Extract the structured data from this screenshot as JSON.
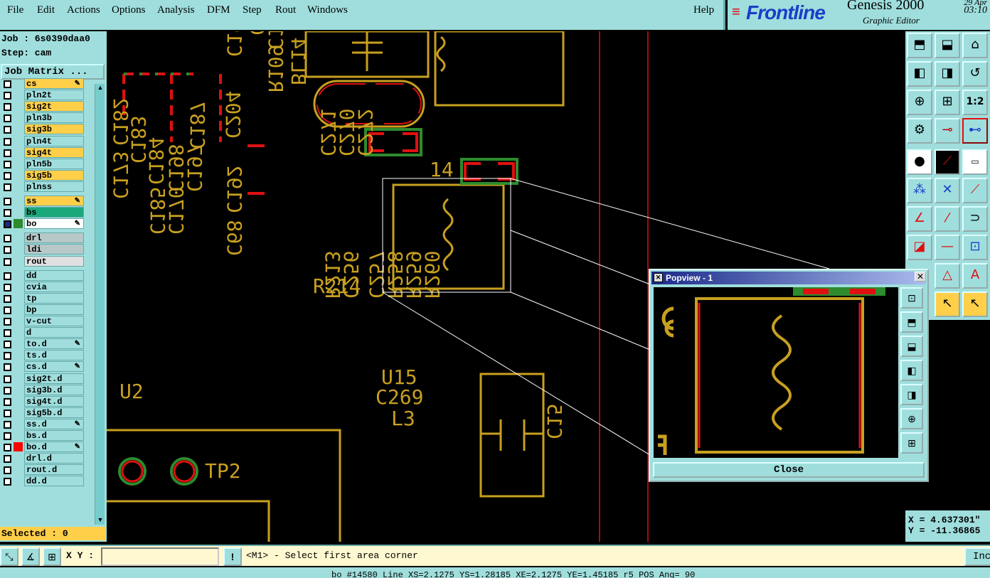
{
  "menu": [
    "File",
    "Edit",
    "Actions",
    "Options",
    "Analysis",
    "DFM",
    "Step",
    "Rout",
    "Windows"
  ],
  "help": "Help",
  "brand": {
    "logo": "Frontline",
    "title": "Genesis 2000",
    "subtitle": "Graphic Editor",
    "date": "29 Apr",
    "time": "03:10"
  },
  "job": {
    "job_label": "Job : 6s0390daa0",
    "step_label": "Step: cam",
    "matrix_button": "Job Matrix ..."
  },
  "layers": [
    {
      "name": "cs",
      "color": "#ffcf4a",
      "edit": true
    },
    {
      "name": "pln2t",
      "color": "#9fdedd"
    },
    {
      "name": "sig2t",
      "color": "#ffcf4a"
    },
    {
      "name": "pln3b",
      "color": "#9fdedd"
    },
    {
      "name": "sig3b",
      "color": "#ffcf4a"
    },
    {
      "name": "pln4t",
      "color": "#9fdedd"
    },
    {
      "name": "sig4t",
      "color": "#ffcf4a"
    },
    {
      "name": "pln5b",
      "color": "#9fdedd"
    },
    {
      "name": "sig5b",
      "color": "#ffcf4a"
    },
    {
      "name": "plnss",
      "color": "#9fdedd"
    },
    {
      "name": "ss",
      "color": "#ffcf4a",
      "edit": true
    },
    {
      "name": "bs",
      "color": "#1aa77a"
    },
    {
      "name": "bo",
      "color": "#ffffff",
      "edit": true,
      "active": true
    },
    {
      "name": "drl",
      "color": "#b8c8c8"
    },
    {
      "name": "ldi",
      "color": "#b8c8c8"
    },
    {
      "name": "rout",
      "color": "#e0e0e0"
    },
    {
      "name": "dd",
      "color": "#9fdedd"
    },
    {
      "name": "cvia",
      "color": "#9fdedd"
    },
    {
      "name": "tp",
      "color": "#9fdedd"
    },
    {
      "name": "bp",
      "color": "#9fdedd"
    },
    {
      "name": "v-cut",
      "color": "#9fdedd"
    },
    {
      "name": "d",
      "color": "#9fdedd"
    },
    {
      "name": "to.d",
      "color": "#9fdedd",
      "edit": true
    },
    {
      "name": "ts.d",
      "color": "#9fdedd"
    },
    {
      "name": "cs.d",
      "color": "#9fdedd",
      "edit": true
    },
    {
      "name": "sig2t.d",
      "color": "#9fdedd"
    },
    {
      "name": "sig3b.d",
      "color": "#9fdedd"
    },
    {
      "name": "sig4t.d",
      "color": "#9fdedd"
    },
    {
      "name": "sig5b.d",
      "color": "#9fdedd"
    },
    {
      "name": "ss.d",
      "color": "#9fdedd",
      "edit": true
    },
    {
      "name": "bs.d",
      "color": "#9fdedd"
    },
    {
      "name": "bo.d",
      "color": "#9fdedd",
      "edit": true,
      "swatch": "#ff0000"
    },
    {
      "name": "drl.d",
      "color": "#9fdedd"
    },
    {
      "name": "rout.d",
      "color": "#9fdedd"
    },
    {
      "name": "dd.d",
      "color": "#9fdedd"
    }
  ],
  "selected": "Selected : 0",
  "popview": {
    "title": "Popview - 1",
    "close_label": "Close"
  },
  "coords": {
    "x": "X = 4.637301\"",
    "y": "Y = -11.36865"
  },
  "status": {
    "xy_label": "X Y :",
    "prompt": "<M1> - Select first area corner",
    "inc_label": "Inc"
  },
  "info_line": "bo #14580 Line XS=2.1275 YS=1.28185 XE=2.1275 YE=1.45185 r5 POS Ang= 90",
  "silkscreen_labels": [
    "C196",
    "C195",
    "C199",
    "BL14",
    "R109",
    "C204",
    "C187",
    "C182",
    "C183",
    "C184",
    "C185",
    "C170",
    "C197",
    "C192",
    "C198",
    "C188",
    "C173",
    "C68",
    "C271",
    "C270",
    "C272",
    "14",
    "R214",
    "R213",
    "C256",
    "C257",
    "R258",
    "R259",
    "R260",
    "U15",
    "C269",
    "L3",
    "U2",
    "TP2",
    "C15"
  ],
  "colors": {
    "silk": "#c8a020",
    "red": "#e01010",
    "green": "#2e8b2e",
    "panel": "#9fdedd"
  }
}
